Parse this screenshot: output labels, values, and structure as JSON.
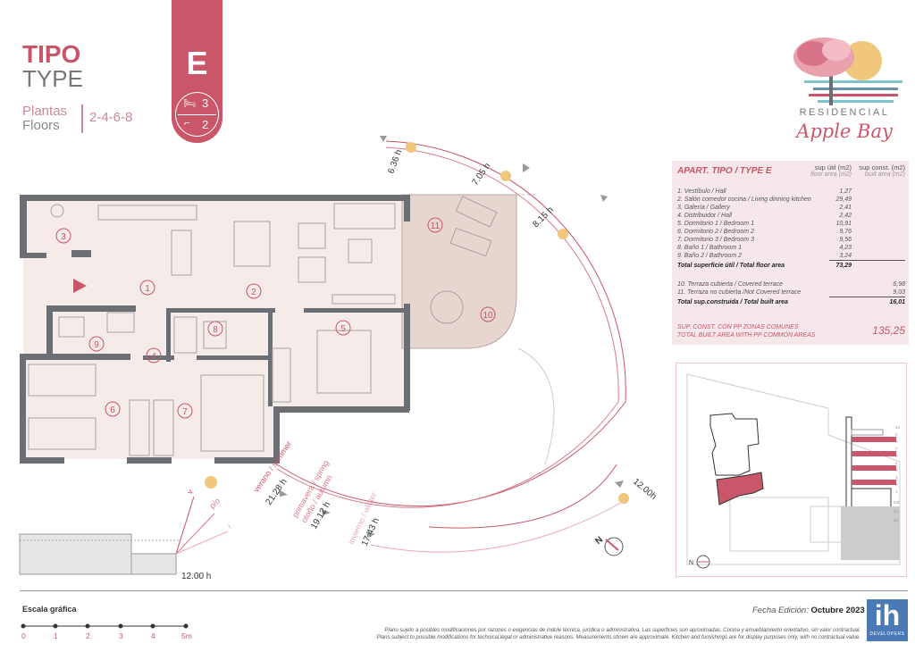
{
  "header": {
    "tipo": "TIPO",
    "type": "TYPE",
    "plantas": "Plantas",
    "floors_label": "Floors",
    "floors": "2-4-6-8",
    "type_letter": "E",
    "bedrooms": "3",
    "bathrooms": "2"
  },
  "logo": {
    "residencial": "RESIDENCIAL",
    "name": "Apple Bay"
  },
  "table": {
    "title": "APART. TIPO / TYPE E",
    "col1_head": "sup útil (m2)",
    "col1_sub": "floor area (m2)",
    "col2_head": "sup const. (m2)",
    "col2_sub": "built area (m2)",
    "rooms": [
      {
        "label": "1. Vestíbulo / Hall",
        "value": "1,27"
      },
      {
        "label": "2. Salón comedor cocina / Living dinning kitchen",
        "value": "29,49"
      },
      {
        "label": "3. Galería / Gallery",
        "value": "2,41"
      },
      {
        "label": "4. Distribuidor / Hall",
        "value": "2,42"
      },
      {
        "label": "5. Dormitorio 1 / Bedroom 1",
        "value": "10,91"
      },
      {
        "label": "6. Dormitorio 2 / Bedroom 2",
        "value": "9,76"
      },
      {
        "label": "7. Dormitorio 3 / Bedroom 3",
        "value": "9,56"
      },
      {
        "label": "8. Baño 1 / Bathroom 1",
        "value": "4,23"
      },
      {
        "label": "9. Baño 2 / Bathroom 2",
        "value": "3,24"
      }
    ],
    "total_floor_label": "Total superficie útil / Total floor area",
    "total_floor_value": "73,29",
    "terraces": [
      {
        "label": "10. Terraza cubierta / Covered terrace",
        "value": "6,98"
      },
      {
        "label": "11. Terraza no cubierta /Not Covered terrace",
        "value": "9,03"
      }
    ],
    "total_built_label": "Total sup.construida / Total built area",
    "total_built_value": "16,01",
    "pp_label_es": "SUP. CONST. CON PP ZONAS COMUNES",
    "pp_label_en": "TOTAL BUILT AREA WITH PP COMMON AREAS",
    "pp_value": "135,25"
  },
  "plan": {
    "rooms": [
      "1",
      "2",
      "3",
      "4",
      "5",
      "6",
      "7",
      "8",
      "9",
      "10",
      "11"
    ]
  },
  "sun": {
    "times": [
      "6.36 h",
      "7.05 h",
      "8.15 h",
      "12.00h"
    ],
    "summer_label": "verano / summer",
    "summer_time": "21.28 h",
    "spring_label": "primavera / spring",
    "autumn_label": "otoño / autumn",
    "equinox_time": "19.12 h",
    "winter_label": "invierno / winter",
    "winter_time": "17.43 h",
    "section_v": "v",
    "section_po": "p/o",
    "section_i": "i",
    "section_time": "12.00 h",
    "compass": "N"
  },
  "minimap": {
    "floors": [
      "10",
      "9",
      "8",
      "7",
      "6",
      "5",
      "4",
      "3",
      "2",
      "1",
      "MZ",
      "S1",
      "S2"
    ],
    "highlighted": [
      "8",
      "6",
      "4",
      "2"
    ],
    "compass": "N"
  },
  "footer": {
    "scale_title": "Escala gráfica",
    "scale_ticks": [
      "0",
      "1",
      "2",
      "3",
      "4",
      "5m"
    ],
    "fecha_label": "Fecha Edición:",
    "fecha_value": "Octubre 2023",
    "disclaimer_es": "Plano sujeto a posibles modificaciones por razones o exigencias de índole técnica, jurídica o administrativa. Las superficies son aproximadas. Cocina y amueblamiento orientativo, sin valor contractual.",
    "disclaimer_en": "Plans subject to possible modifications for technical,legal or administrative reasons. Measurements shown are approximate. Kitchen and furnishings are for display purposes only, with no contractual value.",
    "brand": "ih",
    "brand_sub": "DEVELOPERS"
  },
  "colors": {
    "accent": "#c95669",
    "wall": "#6b6e72",
    "floor": "#f5ebe9",
    "terrace": "#e6d6cf",
    "sun": "#f0c77d",
    "brand": "#4a79b5"
  }
}
